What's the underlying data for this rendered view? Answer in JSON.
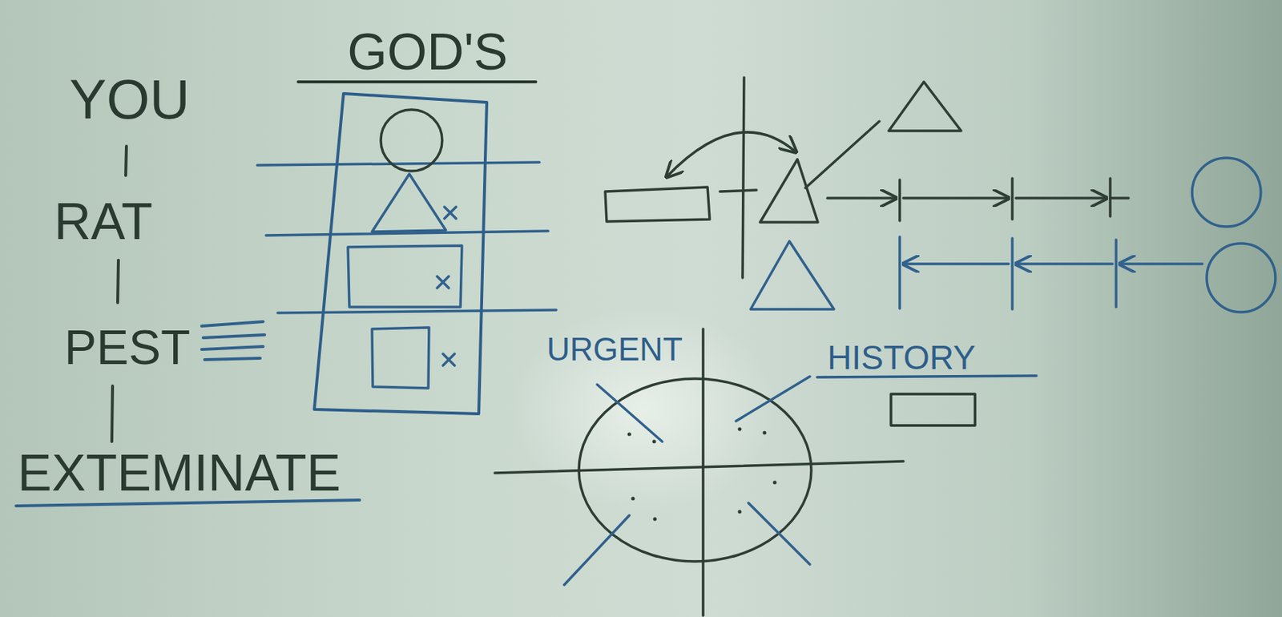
{
  "diagram": {
    "nodes": [
      {
        "text": [
          "GOD'S"
        ]
      },
      {
        "text": [
          "HISTORY"
        ]
      }
    ],
    "labels": [
      "YOU",
      "RAT",
      "PEST",
      "EXTEMINATE",
      "URGENT"
    ]
  }
}
